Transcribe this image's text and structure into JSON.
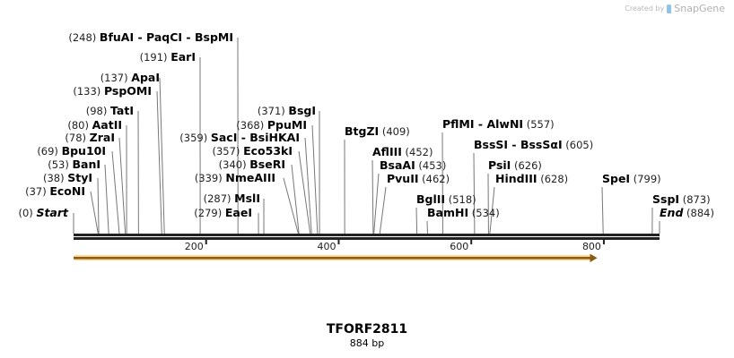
{
  "credit": {
    "prefix": "Created by",
    "brand": "SnapGene",
    "brand_color": "#8fc3e8"
  },
  "map": {
    "title": "TFORF2811",
    "length_label": "884 bp",
    "length": 884,
    "ticks": [
      200,
      400,
      600,
      800
    ],
    "feature": {
      "start": 1,
      "end": 790,
      "direction": "forward",
      "color": "#f5b642"
    },
    "sites": [
      {
        "names": [
          "BfuAI",
          "PaqCI",
          "BspMI"
        ],
        "position": 248
      },
      {
        "names": [
          "EarI"
        ],
        "position": 191
      },
      {
        "names": [
          "ApaI"
        ],
        "position": 137
      },
      {
        "names": [
          "PspOMI"
        ],
        "position": 133
      },
      {
        "names": [
          "TatI"
        ],
        "position": 98
      },
      {
        "names": [
          "AatII"
        ],
        "position": 80
      },
      {
        "names": [
          "ZraI"
        ],
        "position": 78
      },
      {
        "names": [
          "Bpu10I"
        ],
        "position": 69
      },
      {
        "names": [
          "BanI"
        ],
        "position": 53
      },
      {
        "names": [
          "StyI"
        ],
        "position": 38
      },
      {
        "names": [
          "EcoNI"
        ],
        "position": 37
      },
      {
        "names": [
          "Start"
        ],
        "position": 0,
        "italic": true
      },
      {
        "names": [
          "BsgI"
        ],
        "position": 371
      },
      {
        "names": [
          "PpuMI"
        ],
        "position": 368
      },
      {
        "names": [
          "SacI",
          "BsiHKAI"
        ],
        "position": 359
      },
      {
        "names": [
          "Eco53kI"
        ],
        "position": 357
      },
      {
        "names": [
          "BseRI"
        ],
        "position": 340
      },
      {
        "names": [
          "NmeAIII"
        ],
        "position": 339
      },
      {
        "names": [
          "MslI"
        ],
        "position": 287
      },
      {
        "names": [
          "EaeI"
        ],
        "position": 279
      },
      {
        "names": [
          "BtgZI"
        ],
        "position": 409
      },
      {
        "names": [
          "PflMI",
          "AlwNI"
        ],
        "position": 557
      },
      {
        "names": [
          "AflIII"
        ],
        "position": 452
      },
      {
        "names": [
          "BsaAI"
        ],
        "position": 453
      },
      {
        "names": [
          "PvuII"
        ],
        "position": 462
      },
      {
        "names": [
          "BssSI",
          "BssSαI"
        ],
        "position": 605
      },
      {
        "names": [
          "PsiI"
        ],
        "position": 626
      },
      {
        "names": [
          "HindIII"
        ],
        "position": 628
      },
      {
        "names": [
          "BglII"
        ],
        "position": 518
      },
      {
        "names": [
          "BamHI"
        ],
        "position": 534
      },
      {
        "names": [
          "SpeI"
        ],
        "position": 799
      },
      {
        "names": [
          "SspI"
        ],
        "position": 873
      },
      {
        "names": [
          "End"
        ],
        "position": 884,
        "italic": true
      }
    ]
  }
}
